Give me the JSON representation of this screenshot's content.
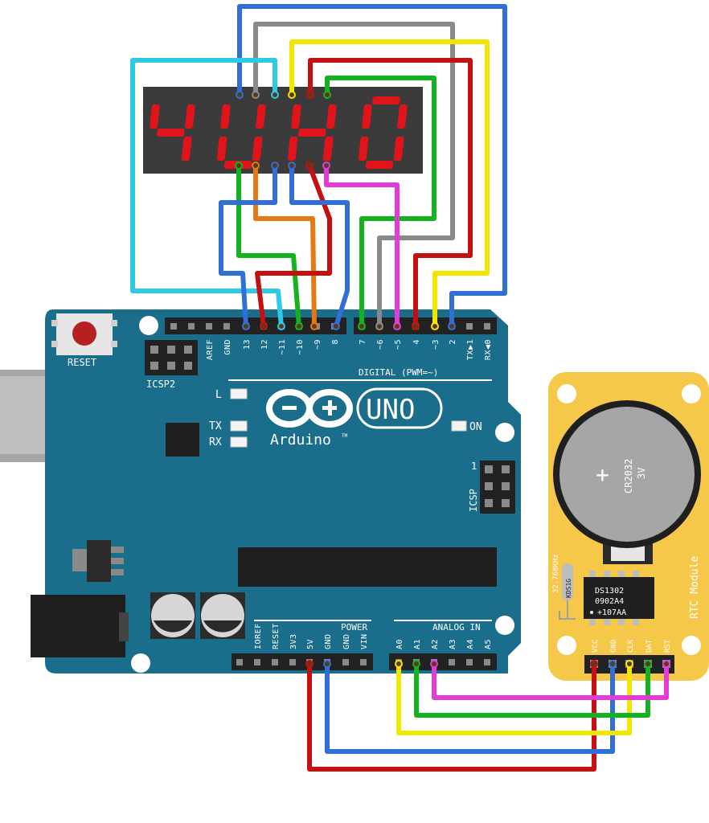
{
  "display": {
    "digits": [
      "4",
      "U",
      "H",
      "0"
    ],
    "segment_on_color": "#e0141a",
    "segment_off_color": "#3a3a3a"
  },
  "arduino": {
    "brand": "Arduino",
    "model": "UNO",
    "trademark": "TM",
    "reset_label": "RESET",
    "icsp2_label": "ICSP2",
    "icsp_label": "ICSP",
    "icsp_pin1": "1",
    "digital_header_label": "DIGITAL (PWM=~)",
    "power_header_label": "POWER",
    "analog_header_label": "ANALOG IN",
    "led_l": "L",
    "led_tx": "TX",
    "led_rx": "RX",
    "on_label": "ON",
    "digital_pins": [
      "AREF",
      "GND",
      "13",
      "12",
      "~11",
      "~10",
      "~9",
      "8",
      "7",
      "~6",
      "~5",
      "4",
      "~3",
      "2",
      "TX▶1",
      "RX◀0"
    ],
    "power_pins": [
      "IOREF",
      "RESET",
      "3V3",
      "5V",
      "GND",
      "GND",
      "VIN"
    ],
    "analog_pins": [
      "A0",
      "A1",
      "A2",
      "A3",
      "A4",
      "A5"
    ],
    "board_color": "#1a6e8c"
  },
  "rtc": {
    "module_label": "RTC Module",
    "battery_model": "CR2032",
    "battery_voltage": "3V",
    "battery_plus": "+",
    "crystal_freq": "32.768KHz",
    "crystal_mark": "KDS1G",
    "chip_line1": "DS1302",
    "chip_line2": "0902A4",
    "chip_line3": "+107AA",
    "pins": [
      "VCC",
      "GND",
      "CLK",
      "DAT",
      "RST"
    ],
    "board_color": "#f5c84a"
  },
  "wire_colors": {
    "blue": "#2f6fd6",
    "gray": "#8a8a8a",
    "yellow": "#f2e600",
    "red": "#c41010",
    "green": "#14b21e",
    "cyan": "#2fc9e8",
    "orange": "#e57a14",
    "magenta": "#e33ad8"
  }
}
